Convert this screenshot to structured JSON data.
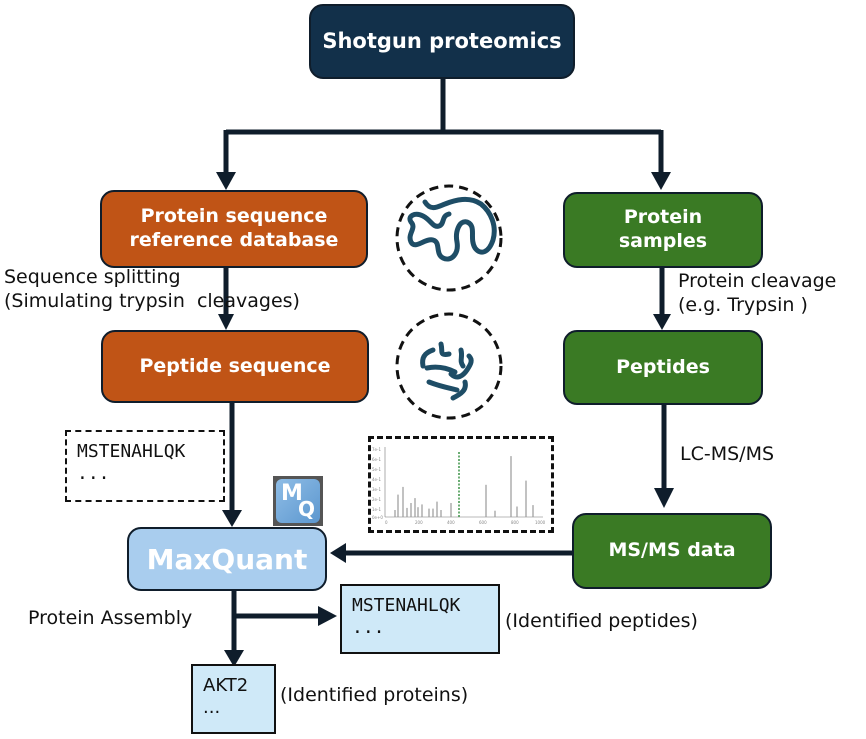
{
  "title": "Shotgun proteomics",
  "left_branch": {
    "database": {
      "line1": "Protein sequence",
      "line2": "reference database"
    },
    "step_label": {
      "line1": "Sequence splitting",
      "line2": "(Simulating trypsin  cleavages)"
    },
    "peptide_sequence": "Peptide sequence",
    "example_sequence": {
      "line1": "MSTENAHLQK",
      "line2": "..."
    }
  },
  "right_branch": {
    "samples": {
      "line1": "Protein",
      "line2": "samples"
    },
    "step_label": {
      "line1": "Protein cleavage",
      "line2": "(e.g. Trypsin )"
    },
    "peptides": "Peptides",
    "ms_step_label": "LC-MS/MS",
    "msms_data": "MS/MS data"
  },
  "illustrations": {
    "intact_protein": "folded-protein-icon",
    "cleaved_protein": "cleaved-peptides-icon",
    "spectrum": "ms-spectrum-thumbnail"
  },
  "software": {
    "name": "MaxQuant",
    "logo": {
      "m": "M",
      "q": "Q"
    }
  },
  "outputs": {
    "assembly_label": "Protein Assembly",
    "peptides_box": {
      "line1": "MSTENAHLQK",
      "line2": "..."
    },
    "peptides_label": "(Identified peptides)",
    "proteins_box": {
      "line1": "AKT2",
      "line2": "..."
    },
    "proteins_label": "(Identified proteins)"
  },
  "colors": {
    "title_box": "#12304a",
    "database_boxes": "#c05416",
    "sample_boxes": "#3a7a24",
    "software_box": "#a9cdee",
    "output_boxes": "#cfe9f8",
    "arrows": "#0f1d2b",
    "protein_strand": "#1e4d66",
    "precursor_peak": "#2e8b3a"
  }
}
